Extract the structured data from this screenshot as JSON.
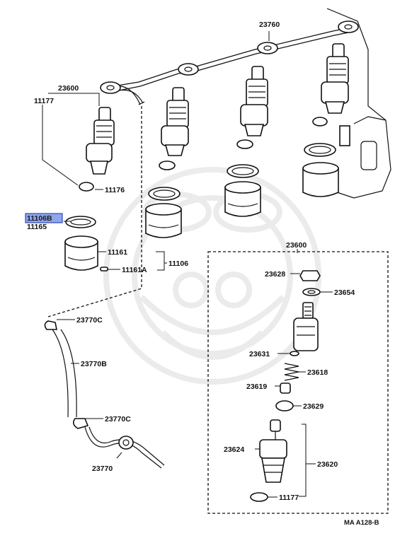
{
  "diagram": {
    "watermark_icon": "lotus-emblem-watermark",
    "colors": {
      "highlight_fill": "#8fa6ec",
      "highlight_border": "#3049b6",
      "ink": "#111111"
    },
    "labels": {
      "p23760": "23760",
      "p23600_top": "23600",
      "p11177_top": "11177",
      "p11176": "11176",
      "p11106B": "11106B",
      "p11165": "11165",
      "p11161": "11161",
      "p11161A": "11161A",
      "p11106": "11106",
      "p23770C_top": "23770C",
      "p23770B": "23770B",
      "p23770C_bot": "23770C",
      "p23770": "23770",
      "p23600_box": "23600",
      "p23628": "23628",
      "p23654": "23654",
      "p23631": "23631",
      "p23618": "23618",
      "p23619": "23619",
      "p23629": "23629",
      "p23624": "23624",
      "p23620": "23620",
      "p11177_bot": "11177"
    },
    "drawing_code": "MA  A128-B"
  }
}
